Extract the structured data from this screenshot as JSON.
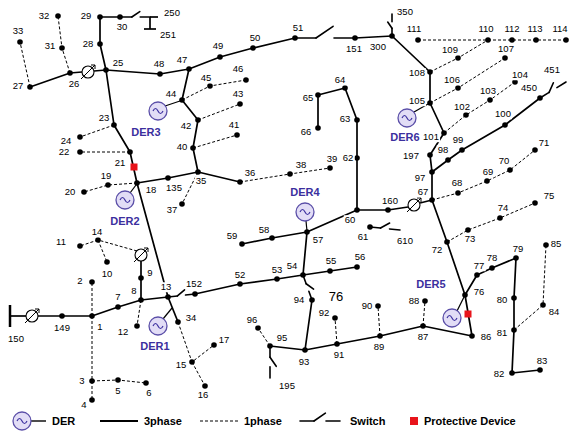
{
  "diagram": {
    "labels": [
      "1",
      "2",
      "3",
      "4",
      "5",
      "6",
      "7",
      "8",
      "9",
      "10",
      "11",
      "12",
      "13",
      "14",
      "15",
      "16",
      "17",
      "18",
      "19",
      "20",
      "21",
      "22",
      "23",
      "24",
      "25",
      "26",
      "27",
      "28",
      "29",
      "30",
      "31",
      "32",
      "33",
      "34",
      "35",
      "36",
      "37",
      "38",
      "39",
      "40",
      "41",
      "42",
      "43",
      "44",
      "45",
      "46",
      "47",
      "48",
      "49",
      "50",
      "51",
      "52",
      "53",
      "54",
      "55",
      "56",
      "57",
      "58",
      "59",
      "60",
      "61",
      "62",
      "63",
      "64",
      "65",
      "66",
      "67",
      "68",
      "69",
      "70",
      "71",
      "72",
      "73",
      "74",
      "75",
      "76",
      "77",
      "78",
      "79",
      "80",
      "81",
      "82",
      "83",
      "84",
      "85",
      "86",
      "87",
      "88",
      "89",
      "90",
      "91",
      "92",
      "93",
      "94",
      "95",
      "96",
      "97",
      "98",
      "99",
      "100",
      "101",
      "102",
      "103",
      "104",
      "105",
      "106",
      "107",
      "108",
      "109",
      "110",
      "111",
      "112",
      "113",
      "114",
      "135",
      "149",
      "150",
      "151",
      "152",
      "160",
      "195",
      "197",
      "250",
      "251",
      "300",
      "350",
      "450",
      "451",
      "610",
      "DER1",
      "DER2",
      "DER3",
      "DER4",
      "DER5",
      "DER6",
      "76"
    ],
    "legend": [
      {
        "text": "DER"
      },
      {
        "text": "3phase"
      },
      {
        "text": "1phase"
      },
      {
        "text": "Switch"
      },
      {
        "text": "Protective Device",
        "color": "#e8141b"
      }
    ]
  }
}
